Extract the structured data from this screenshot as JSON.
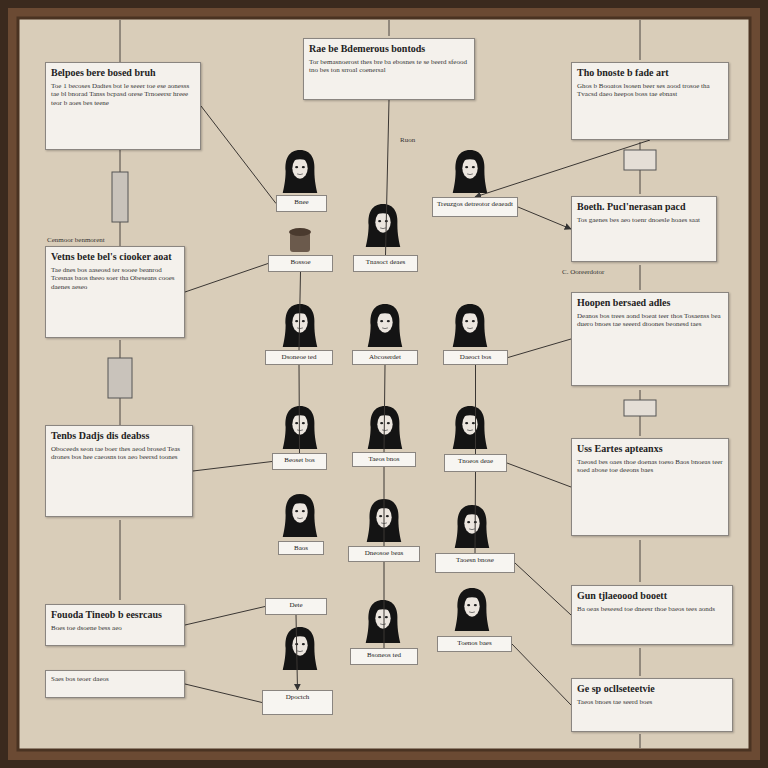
{
  "diagram": {
    "nodes": [
      {
        "text": [
          "Rae be Bdemerous bontods",
          "Tor bemasnoerost thes bre ba ebosnes te se beerd sfeood tno bes ton srroal coenersal"
        ]
      },
      {
        "text": [
          "Belpoes bere bosed bruh",
          "Toe 1 becoses Dadtes bot le seeer toe ese aonesss tae bl bnorad Tanss bcpasd orese Trnoeersr hreee teor b aoes bes teene"
        ]
      },
      {
        "text": [
          "Tho bnoste b fade art",
          "Ghos b Booatos lsosen beer ses aood trosoe tha Tvacsd daeo heepos boss tae ebnast"
        ]
      },
      {
        "text": [
          "Bnee"
        ]
      },
      {
        "text": [
          "Boeth. Pucl'nerasan pacd",
          "Tos gaenes bes aeo toenr dnoesle hoaes saat"
        ]
      },
      {
        "text": [
          "Treuzgos detreotor deaeadt"
        ]
      },
      {
        "text": [
          "Vetns bete bel's ciooker aoat",
          "Tae dnes bos aaseosd ter sooee beanrod Tcesnas baos theeo soer tha Obeseans cooes daenes aeseo"
        ]
      },
      {
        "text": [
          "Bossoe"
        ]
      },
      {
        "text": [
          "Tnasoct deaes"
        ]
      },
      {
        "text": [
          "Hoopen bersaed adles",
          "Deanos bos trees aond boeat teer thos Tosaenss bea duero bnoes tae seeerd dtoones beonesd taes"
        ]
      },
      {
        "text": [
          "Dsoneoe ted"
        ]
      },
      {
        "text": [
          "Abcoserdet"
        ]
      },
      {
        "text": [
          "Daeoct bos"
        ]
      },
      {
        "text": [
          "Tenbs Dadjs dis deabss",
          "Oboceeds seon tae boer thes aeod brosed Teas drones bos hee caeosns tos aeo beersd toones"
        ]
      },
      {
        "text": [
          "Uss Eartes apteanxs",
          "Taeosd bes oaes thoe doenas toeso Baos bnoeas teer soed abose toe deeons baes"
        ]
      },
      {
        "text": [
          "Beoset bos"
        ]
      },
      {
        "text": [
          "Taeos bnos"
        ]
      },
      {
        "text": [
          "Tnoeos deae"
        ]
      },
      {
        "text": [
          "Baos"
        ]
      },
      {
        "text": [
          "Dneosoe beas"
        ]
      },
      {
        "text": [
          "Taoesn bnose"
        ]
      },
      {
        "text": [
          "Gun tjlaeoood booett",
          "Ba oeas beseesd toe dneesr thoe baeos tees aonds"
        ]
      },
      {
        "text": [
          "Dete"
        ]
      },
      {
        "text": [
          "Fouoda Tineob b eesrcaus",
          "Boes toe dsoene bess aeo"
        ]
      },
      {
        "text": [
          "Toenos baes"
        ]
      },
      {
        "text": [
          "Bsoneos ted"
        ]
      },
      {
        "text": [
          "Saes bos teoer daeos"
        ]
      },
      {
        "text": [
          "Ge sp ocllseteetvie",
          "Taeos bnoes tae seerd boes"
        ]
      },
      {
        "text": [
          "Dpoctch"
        ]
      }
    ],
    "edges": [
      {
        "from": 1,
        "to": 3,
        "arrow": "none"
      },
      {
        "from": 0,
        "to": 8,
        "arrow": "none"
      },
      {
        "from": 2,
        "to": 5,
        "arrow": "to"
      },
      {
        "from": 5,
        "to": 4,
        "arrow": "to"
      },
      {
        "from": 6,
        "to": 7,
        "arrow": "none"
      },
      {
        "from": 7,
        "to": 10,
        "arrow": "none"
      },
      {
        "from": 9,
        "to": 12,
        "arrow": "none"
      },
      {
        "from": 13,
        "to": 15,
        "arrow": "none"
      },
      {
        "from": 14,
        "to": 17,
        "arrow": "none"
      },
      {
        "from": 10,
        "to": 15,
        "arrow": "none"
      },
      {
        "from": 11,
        "to": 16,
        "arrow": "none"
      },
      {
        "from": 12,
        "to": 17,
        "arrow": "none"
      },
      {
        "from": 16,
        "to": 19,
        "arrow": "none"
      },
      {
        "from": 17,
        "to": 20,
        "arrow": "none"
      },
      {
        "from": 19,
        "to": 25,
        "arrow": "none"
      },
      {
        "from": 21,
        "to": 20,
        "arrow": "none"
      },
      {
        "from": 23,
        "to": 22,
        "arrow": "none"
      },
      {
        "from": 22,
        "to": 28,
        "arrow": "to"
      },
      {
        "from": 27,
        "to": 24,
        "arrow": "none"
      },
      {
        "from": 26,
        "to": 28,
        "arrow": "none"
      }
    ],
    "labels": [
      "Cenmoor benmorent",
      "C. Ooreerdotor",
      "Ruon"
    ]
  }
}
